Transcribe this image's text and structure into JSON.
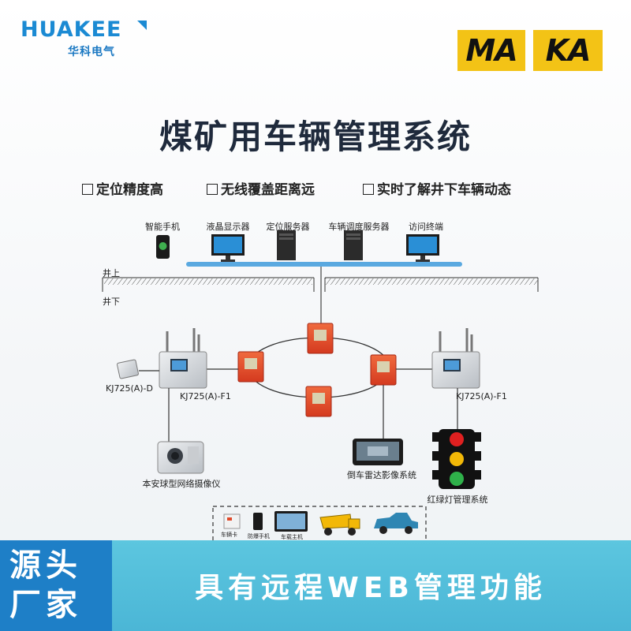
{
  "brand": {
    "name_en": "HUAKEE",
    "name_cn": "华科电气",
    "partner_logo": [
      "MA",
      "KA"
    ]
  },
  "title": "煤矿用车辆管理系统",
  "features": [
    "定位精度高",
    "无线覆盖距离远",
    "实时了解井下车辆动态"
  ],
  "surface_devices": [
    "智能手机",
    "液晶显示器",
    "定位服务器",
    "车辆调度服务器",
    "访问终端"
  ],
  "levels": {
    "above": "井上",
    "below": "井下"
  },
  "nodes": {
    "reader_small": "KJ725(A)-D",
    "substation_left": "KJ725(A)-F1",
    "substation_right": "KJ725(A)-F1",
    "camera": "本安球型网络摄像仪",
    "reverse_radar": "倒车雷达影像系统",
    "traffic_light": "红绿灯管理系统"
  },
  "vehicle_items": [
    "车辆卡",
    "防爆手机",
    "车载主机"
  ],
  "bottom": {
    "badge": [
      "源头",
      "厂家"
    ],
    "slogan": "具有远程WEB管理功能"
  },
  "colors": {
    "brand_blue": "#1b8ad3",
    "maka_yellow": "#f3c316",
    "switch_red": "#e04a2a",
    "banner": "#4bb6d6",
    "network_line": "#5aa9e0"
  }
}
